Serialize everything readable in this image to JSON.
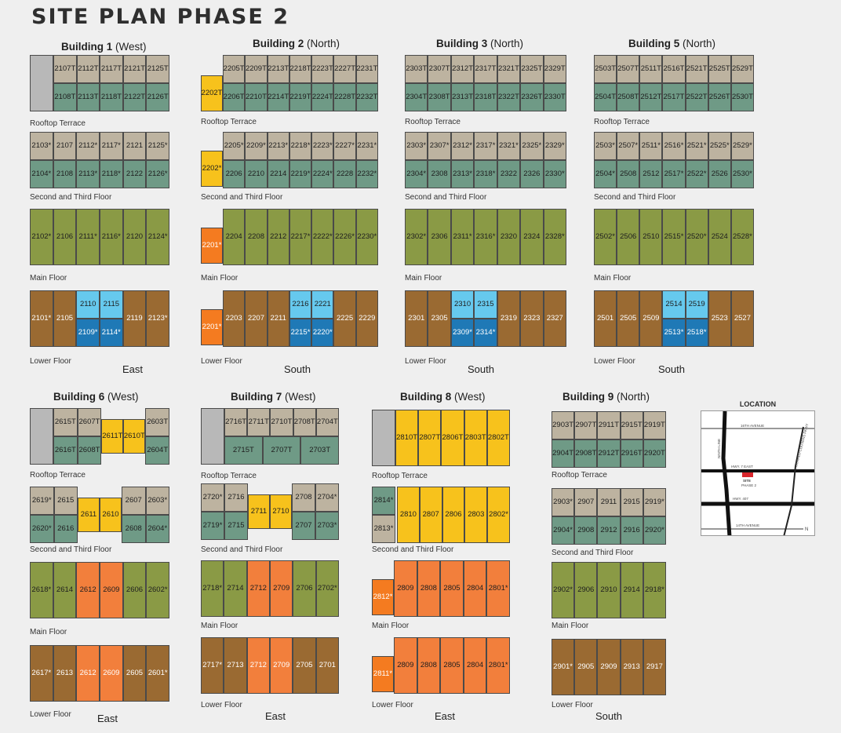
{
  "title": "SITE PLAN PHASE 2",
  "colors": {
    "rooftop_roof": "#bdb3a0",
    "green": "#6f9a86",
    "olive": "#8a9a45",
    "brown": "#9a6a32",
    "light_blue": "#66c9ee",
    "dark_blue": "#1f79b6",
    "yellow": "#f7c21c",
    "orange": "#f27f3c",
    "bright_orange": "#f47b20",
    "grey": "#b8b8b8"
  },
  "buildings": [
    {
      "name": "Building 1",
      "qual": "(West)",
      "direction": "East",
      "floors": [
        {
          "label": "Rooftop Terrace",
          "top": [
            "2107T",
            "2112T",
            "2117T",
            "2121T",
            "2125T"
          ],
          "bottom": [
            "2108T",
            "2113T",
            "2118T",
            "2122T",
            "2126T"
          ]
        },
        {
          "label": "Second and Third Floor",
          "top": [
            "2103*",
            "2107",
            "2112*",
            "2117*",
            "2121",
            "2125*"
          ],
          "bottom": [
            "2104*",
            "2108",
            "2113*",
            "2118*",
            "2122",
            "2126*"
          ]
        },
        {
          "label": "Main Floor",
          "single": [
            "2102*",
            "2106",
            "2111*",
            "2116*",
            "2120",
            "2124*"
          ]
        },
        {
          "label": "Lower Floor",
          "single": [
            "2101*",
            "2105"
          ],
          "mid_top": [
            "2110",
            "2115"
          ],
          "mid_bottom": [
            "2109*",
            "2114*"
          ],
          "single_end": [
            "2119",
            "2123*"
          ]
        }
      ]
    },
    {
      "name": "Building 2",
      "qual": "(North)",
      "direction": "South",
      "floors": [
        {
          "label": "Rooftop Terrace",
          "side": "2202T",
          "top": [
            "2205T",
            "2209T",
            "2213T",
            "2218T",
            "2223T",
            "2227T",
            "2231T"
          ],
          "bottom": [
            "2206T",
            "2210T",
            "2214T",
            "2219T",
            "2224T",
            "2228T",
            "2232T"
          ]
        },
        {
          "label": "Second and Third Floor",
          "side": "2202*",
          "top": [
            "2205*",
            "2209*",
            "2213*",
            "2218*",
            "2223*",
            "2227*",
            "2231*"
          ],
          "bottom": [
            "2206",
            "2210",
            "2214",
            "2219*",
            "2224*",
            "2228",
            "2232*"
          ]
        },
        {
          "label": "Main Floor",
          "side": "2201*",
          "single": [
            "2204",
            "2208",
            "2212",
            "2217*",
            "2222*",
            "2226*",
            "2230*"
          ]
        },
        {
          "label": "Lower Floor",
          "side": "2201*",
          "single": [
            "2203",
            "2207",
            "2211"
          ],
          "mid_top": [
            "2216",
            "2221"
          ],
          "mid_bottom": [
            "2215*",
            "2220*"
          ],
          "single_end": [
            "2225",
            "2229"
          ]
        }
      ]
    },
    {
      "name": "Building 3",
      "qual": "(North)",
      "direction": "South",
      "floors": [
        {
          "label": "Rooftop Terrace",
          "top": [
            "2303T",
            "2307T",
            "2312T",
            "2317T",
            "2321T",
            "2325T",
            "2329T"
          ],
          "bottom": [
            "2304T",
            "2308T",
            "2313T",
            "2318T",
            "2322T",
            "2326T",
            "2330T"
          ]
        },
        {
          "label": "Second and Third Floor",
          "top": [
            "2303*",
            "2307*",
            "2312*",
            "2317*",
            "2321*",
            "2325*",
            "2329*"
          ],
          "bottom": [
            "2304*",
            "2308",
            "2313*",
            "2318*",
            "2322",
            "2326",
            "2330*"
          ]
        },
        {
          "label": "Main Floor",
          "single": [
            "2302*",
            "2306",
            "2311*",
            "2316*",
            "2320",
            "2324",
            "2328*"
          ]
        },
        {
          "label": "Lower Floor",
          "single": [
            "2301",
            "2305"
          ],
          "mid_top": [
            "2310",
            "2315"
          ],
          "mid_bottom": [
            "2309*",
            "2314*"
          ],
          "single_end": [
            "2319",
            "2323",
            "2327"
          ]
        }
      ]
    },
    {
      "name": "Building 5",
      "qual": "(North)",
      "direction": "South",
      "floors": [
        {
          "label": "Rooftop Terrace",
          "top": [
            "2503T",
            "2507T",
            "2511T",
            "2516T",
            "2521T",
            "2525T",
            "2529T"
          ],
          "bottom": [
            "2504T",
            "2508T",
            "2512T",
            "2517T",
            "2522T",
            "2526T",
            "2530T"
          ]
        },
        {
          "label": "Second and Third Floor",
          "top": [
            "2503*",
            "2507*",
            "2511*",
            "2516*",
            "2521*",
            "2525*",
            "2529*"
          ],
          "bottom": [
            "2504*",
            "2508",
            "2512",
            "2517*",
            "2522*",
            "2526",
            "2530*"
          ]
        },
        {
          "label": "Main Floor",
          "single": [
            "2502*",
            "2506",
            "2510",
            "2515*",
            "2520*",
            "2524",
            "2528*"
          ]
        },
        {
          "label": "Lower Floor",
          "single": [
            "2501",
            "2505",
            "2509"
          ],
          "mid_top": [
            "2514",
            "2519"
          ],
          "mid_bottom": [
            "2513*",
            "2518*"
          ],
          "single_end": [
            "2523",
            "2527"
          ]
        }
      ]
    },
    {
      "name": "Building 6",
      "qual": "(West)",
      "direction": "East",
      "floors": [
        {
          "label": "Rooftop Terrace",
          "top": [
            "2615T",
            "2607T",
            "2603T"
          ],
          "mid": [
            "2611T",
            "2610T"
          ],
          "bottom": [
            "2616T",
            "2608T",
            "2604T"
          ]
        },
        {
          "label": "Second and Third Floor",
          "top": [
            "2619*",
            "2615",
            "2607",
            "2603*"
          ],
          "mid": [
            "2611",
            "2610"
          ],
          "bottom": [
            "2620*",
            "2616",
            "2608",
            "2604*"
          ]
        },
        {
          "label": "Main Floor",
          "single": [
            "2618*",
            "2614",
            "2612",
            "2609",
            "2606",
            "2602*"
          ]
        },
        {
          "label": "Lower Floor",
          "single": [
            "2617*",
            "2613",
            "2612",
            "2609",
            "2605",
            "2601*"
          ]
        }
      ]
    },
    {
      "name": "Building 7",
      "qual": "(West)",
      "direction": "East",
      "floors": [
        {
          "label": "Rooftop Terrace",
          "top": [
            "2716T",
            "2711T",
            "2710T",
            "2708T",
            "2704T"
          ],
          "bottom": [
            "2715T",
            "2707T",
            "2703T"
          ]
        },
        {
          "label": "Second and Third Floor",
          "top": [
            "2720*",
            "2716",
            "2708",
            "2704*"
          ],
          "mid": [
            "2711",
            "2710"
          ],
          "bottom": [
            "2719*",
            "2715",
            "2707",
            "2703*"
          ]
        },
        {
          "label": "Main Floor",
          "single": [
            "2718*",
            "2714",
            "2712",
            "2709",
            "2706",
            "2702*"
          ]
        },
        {
          "label": "Lower Floor",
          "single": [
            "2717*",
            "2713",
            "2712",
            "2709",
            "2705",
            "2701"
          ]
        }
      ]
    },
    {
      "name": "Building 8",
      "qual": "(West)",
      "direction": "East",
      "floors": [
        {
          "label": "Rooftop Terrace",
          "single": [
            "2810T",
            "2807T",
            "2806T",
            "2803T",
            "2802T"
          ]
        },
        {
          "label": "Second and Third Floor",
          "side_top": "2814*",
          "side_bottom": "2813*",
          "single": [
            "2810",
            "2807",
            "2806",
            "2803",
            "2802*"
          ]
        },
        {
          "label": "Main Floor",
          "side": "2812*",
          "single": [
            "2809",
            "2808",
            "2805",
            "2804",
            "2801*"
          ]
        },
        {
          "label": "Lower Floor",
          "side": "2811*",
          "single": [
            "2809",
            "2808",
            "2805",
            "2804",
            "2801*"
          ]
        }
      ]
    },
    {
      "name": "Building 9",
      "qual": "(North)",
      "direction": "South",
      "floors": [
        {
          "label": "Rooftop Terrace",
          "top": [
            "2903T",
            "2907T",
            "2911T",
            "2915T",
            "2919T"
          ],
          "bottom": [
            "2904T",
            "2908T",
            "2912T",
            "2916T",
            "2920T"
          ]
        },
        {
          "label": "Second and Third Floor",
          "top": [
            "2903*",
            "2907",
            "2911",
            "2915",
            "2919*"
          ],
          "bottom": [
            "2904*",
            "2908",
            "2912",
            "2916",
            "2920*"
          ]
        },
        {
          "label": "Main Floor",
          "single": [
            "2902*",
            "2906",
            "2910",
            "2914",
            "2918*"
          ]
        },
        {
          "label": "Lower Floor",
          "single": [
            "2901*",
            "2905",
            "2909",
            "2913",
            "2917"
          ]
        }
      ]
    }
  ],
  "location": {
    "title": "LOCATION",
    "labels": {
      "ave16": "16TH AVENUE",
      "hwy7": "HWY. 7 EAST",
      "hwy407": "HWY. 407",
      "ave14": "14TH AVENUE",
      "site": "SITE",
      "phase": "PHASE 2",
      "north": "N",
      "ninth": "NINTH LINE",
      "donald": "DONALD COUSENS PKWY"
    }
  }
}
